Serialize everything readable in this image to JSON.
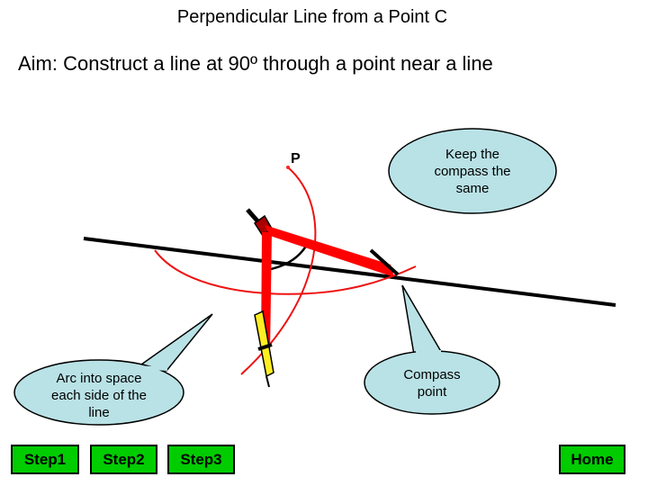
{
  "header": {
    "title": "Perpendicular Line from a Point C",
    "aim": "Aim: Construct a line at 90º through a point near a line"
  },
  "diagram": {
    "point_label": "P",
    "callouts": {
      "keep_same": "Keep the compass the same",
      "arc_into_space": "Arc into space each side of the line",
      "compass_point": "Compass point"
    },
    "colors": {
      "callout_fill": "#b9e2e6",
      "arc": "#ee1111",
      "compass_arm": "#ff0000",
      "pencil": "#ffee22",
      "line": "#000000"
    }
  },
  "nav": {
    "step1": "Step1",
    "step2": "Step2",
    "step3": "Step3",
    "home": "Home",
    "button_color": "#00cc00"
  }
}
